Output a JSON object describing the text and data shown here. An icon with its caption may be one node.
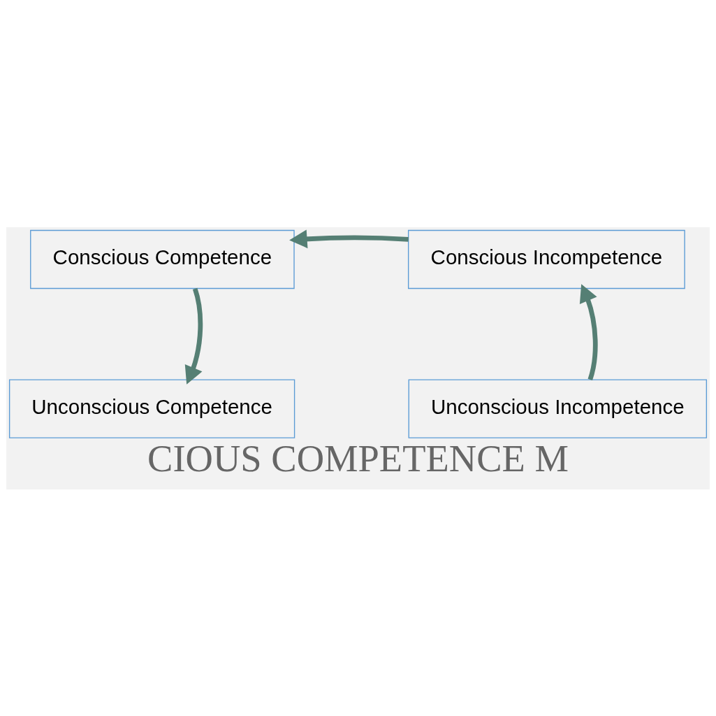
{
  "diagram": {
    "title": "CIOUS COMPETENCE M",
    "nodes": [
      {
        "text": [
          "Conscious Competence"
        ]
      },
      {
        "text": [
          "Conscious Incompetence"
        ]
      },
      {
        "text": [
          "Unconscious Competence"
        ]
      },
      {
        "text": [
          "Unconscious Incompetence"
        ]
      }
    ],
    "edges": [
      {
        "from": 3,
        "to": 1,
        "arrow": "to"
      },
      {
        "from": 1,
        "to": 0,
        "arrow": "to"
      },
      {
        "from": 0,
        "to": 2,
        "arrow": "to"
      }
    ]
  }
}
